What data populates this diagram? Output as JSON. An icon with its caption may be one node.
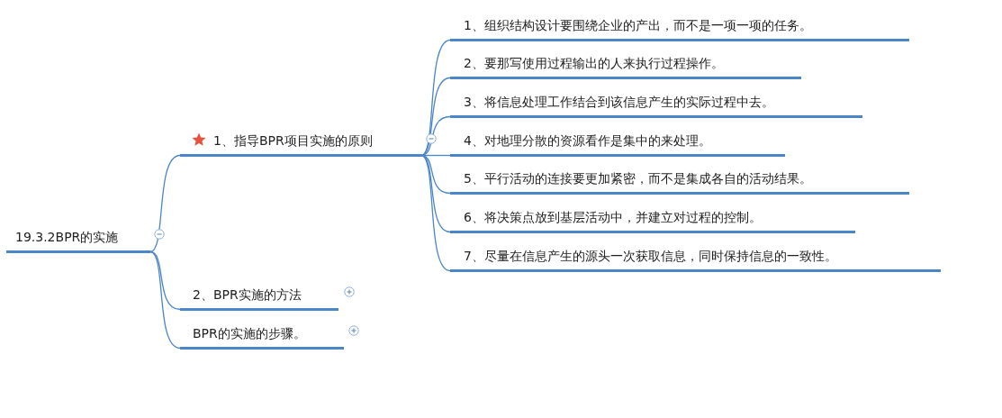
{
  "diagram": {
    "nodes": [
      {
        "text": [
          "19.3.2BPR的实施"
        ]
      },
      {
        "text": [
          "1、指导BPR项目实施的原则"
        ]
      },
      {
        "text": [
          "1、组织结构设计要围绕企业的产出，而不是一项一项的任务。"
        ]
      },
      {
        "text": [
          "2、要那写使用过程输出的人来执行过程操作。"
        ]
      },
      {
        "text": [
          "3、将信息处理工作结合到该信息产生的实际过程中去。"
        ]
      },
      {
        "text": [
          "4、对地理分散的资源看作是集中的来处理。"
        ]
      },
      {
        "text": [
          "5、平行活动的连接要更加紧密，而不是集成各自的活动结果。"
        ]
      },
      {
        "text": [
          "6、将决策点放到基层活动中，并建立对过程的控制。"
        ]
      },
      {
        "text": [
          "7、尽量在信息产生的源头一次获取信息，同时保持信息的一致性。"
        ]
      },
      {
        "text": [
          "2、BPR实施的方法"
        ]
      },
      {
        "text": [
          "BPR的实施的步骤。"
        ]
      }
    ],
    "edges": [
      {
        "from": 0,
        "to": 1,
        "arrow": "none"
      },
      {
        "from": 0,
        "to": 9,
        "arrow": "none"
      },
      {
        "from": 0,
        "to": 10,
        "arrow": "none"
      },
      {
        "from": 1,
        "to": 2,
        "arrow": "none"
      },
      {
        "from": 1,
        "to": 3,
        "arrow": "none"
      },
      {
        "from": 1,
        "to": 4,
        "arrow": "none"
      },
      {
        "from": 1,
        "to": 5,
        "arrow": "none"
      },
      {
        "from": 1,
        "to": 6,
        "arrow": "none"
      },
      {
        "from": 1,
        "to": 7,
        "arrow": "none"
      },
      {
        "from": 1,
        "to": 8,
        "arrow": "none"
      }
    ]
  }
}
